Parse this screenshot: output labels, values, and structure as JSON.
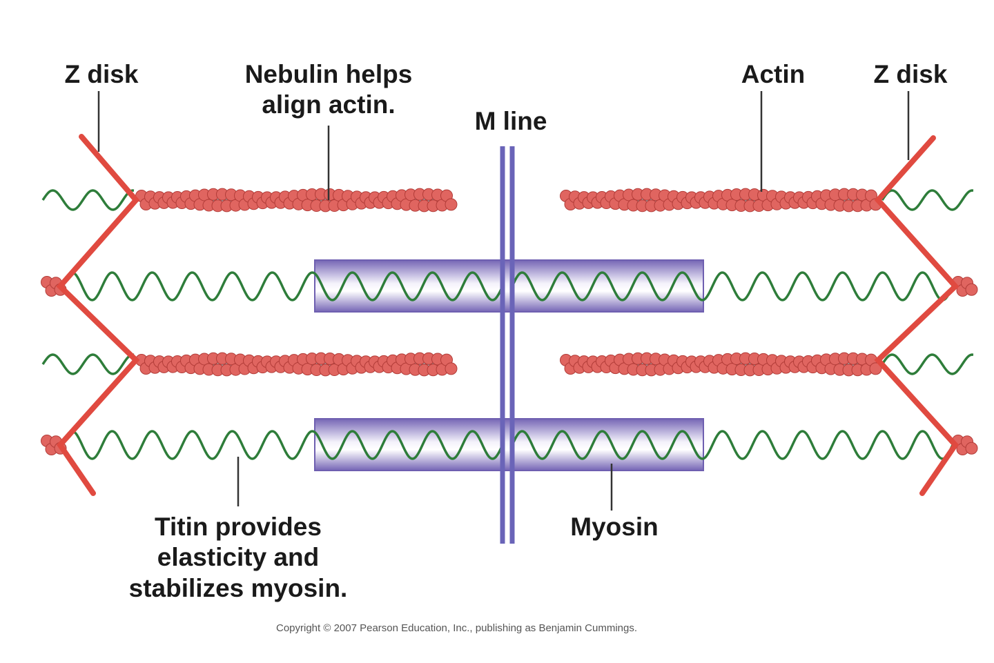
{
  "labels": {
    "z_disk_left": "Z disk",
    "nebulin_line1": "Nebulin helps",
    "nebulin_line2": "align actin.",
    "m_line": "M line",
    "actin": "Actin",
    "z_disk_right": "Z disk",
    "titin_line1": "Titin provides",
    "titin_line2": "elasticity and",
    "titin_line3": "stabilizes myosin.",
    "myosin": "Myosin"
  },
  "copyright": "Copyright © 2007 Pearson Education, Inc., publishing as Benjamin Cummings.",
  "colors": {
    "z_disk": "#e04a40",
    "actin_bead": "#e06560",
    "actin_bead_stroke": "#b23c38",
    "nebulin": "#7fb0b8",
    "titin": "#2e7d3a",
    "myosin_top": "#6e5fb0",
    "myosin_mid": "#ffffff",
    "m_line": "#6a64b8",
    "leader": "#333333"
  }
}
